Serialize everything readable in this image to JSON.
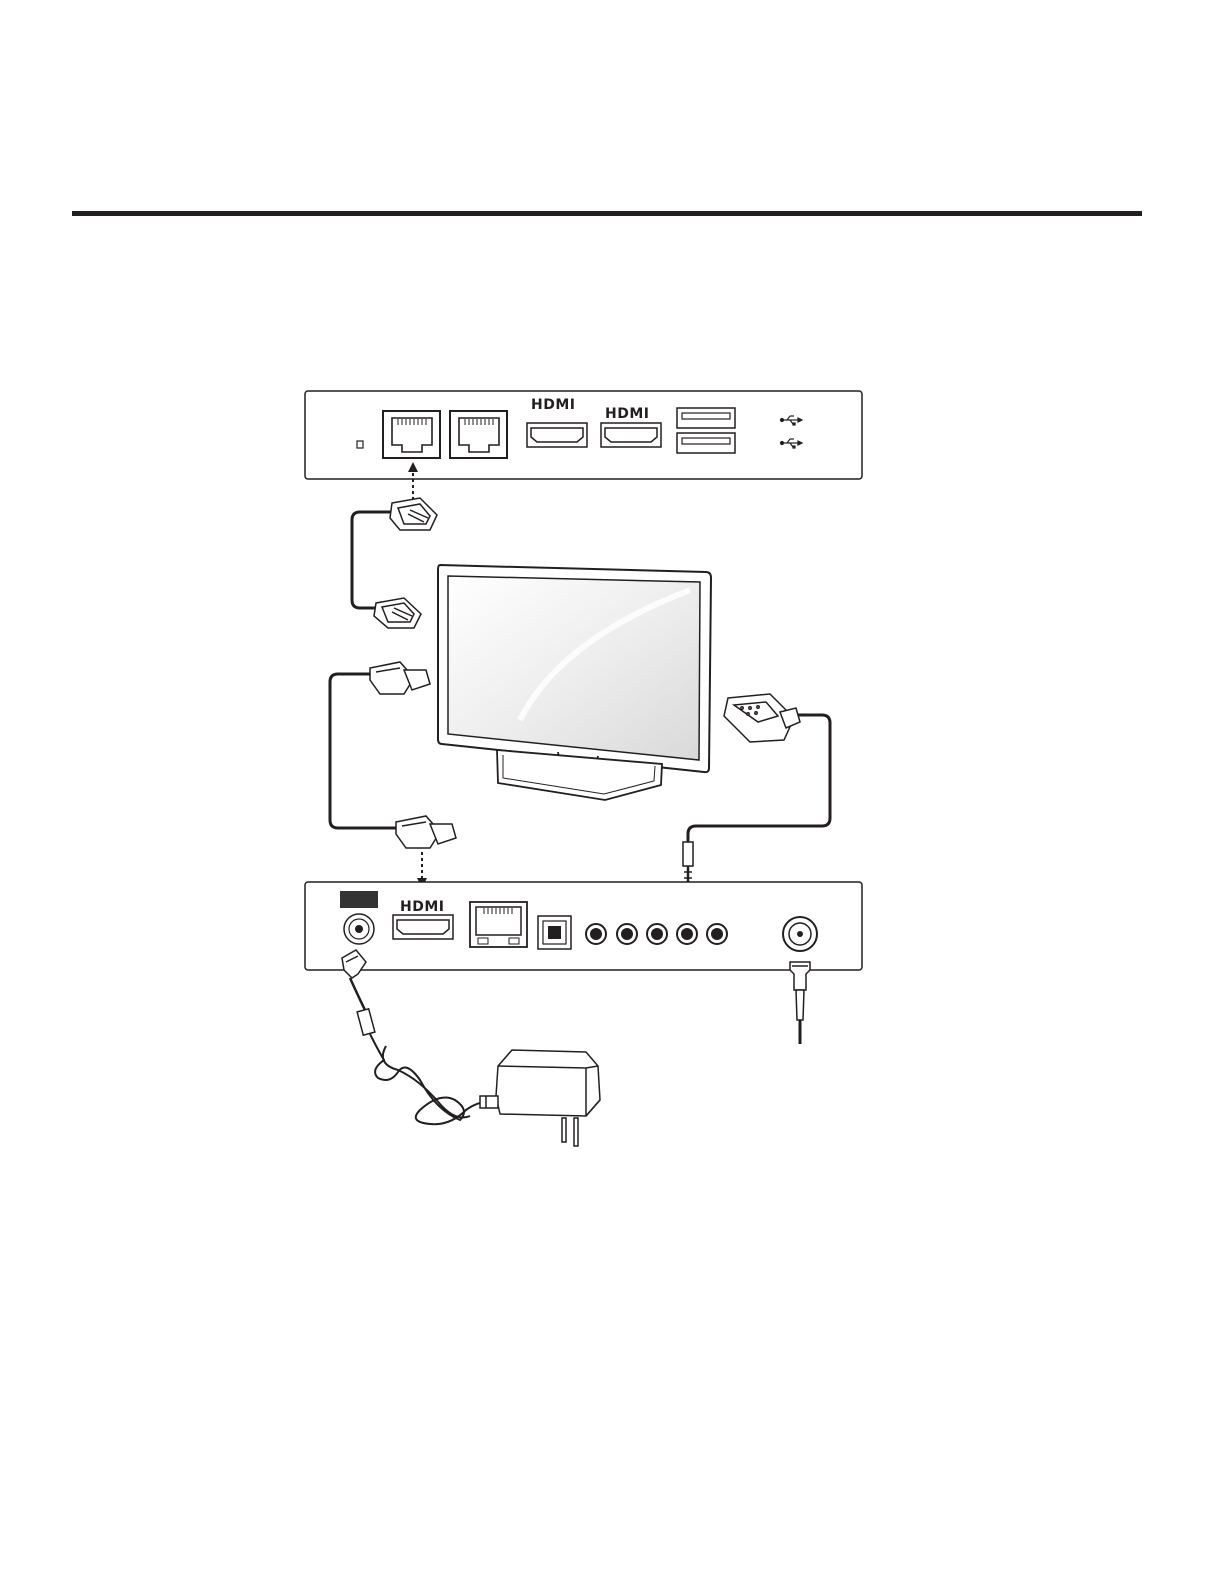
{
  "labels": {
    "top_hdmi_1": "HDMI",
    "top_hdmi_2": "HDMI",
    "bottom_hdmi": "HDMI"
  },
  "icons": [
    "usb-icon",
    "rj45-port-icon",
    "hdmi-port-icon",
    "coax-port-icon",
    "tv-monitor-icon",
    "power-adapter-icon",
    "rs232-connector-icon",
    "audio-jack-icon"
  ],
  "colors": {
    "line": "#231f20",
    "screen": "#e6e6e6"
  }
}
